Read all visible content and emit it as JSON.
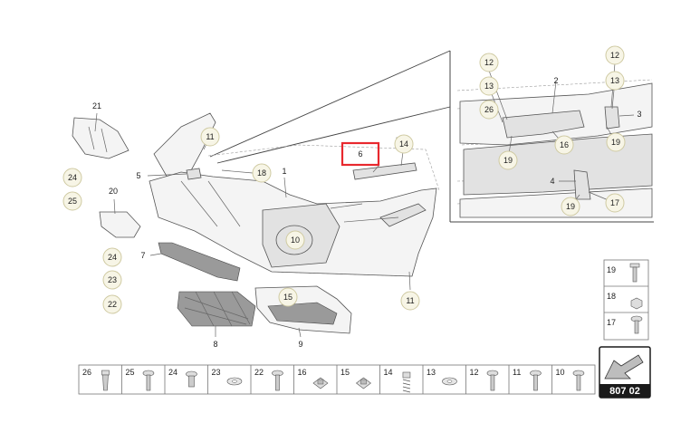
{
  "callouts": [
    {
      "id": "c21",
      "label": "21"
    },
    {
      "id": "c11a",
      "label": "11"
    },
    {
      "id": "c5",
      "label": "5"
    },
    {
      "id": "c18",
      "label": "18"
    },
    {
      "id": "c1",
      "label": "1"
    },
    {
      "id": "c6",
      "label": "6",
      "highlighted": true
    },
    {
      "id": "c14",
      "label": "14"
    },
    {
      "id": "c24a",
      "label": "24"
    },
    {
      "id": "c25",
      "label": "25"
    },
    {
      "id": "c20",
      "label": "20"
    },
    {
      "id": "c7",
      "label": "7"
    },
    {
      "id": "c24b",
      "label": "24"
    },
    {
      "id": "c23",
      "label": "23"
    },
    {
      "id": "c22",
      "label": "22"
    },
    {
      "id": "c10",
      "label": "10"
    },
    {
      "id": "c15",
      "label": "15"
    },
    {
      "id": "c11b",
      "label": "11"
    },
    {
      "id": "c8",
      "label": "8"
    },
    {
      "id": "c9",
      "label": "9"
    },
    {
      "id": "c12a",
      "label": "12"
    },
    {
      "id": "c13a",
      "label": "13"
    },
    {
      "id": "c2",
      "label": "2"
    },
    {
      "id": "c12b",
      "label": "12"
    },
    {
      "id": "c13b",
      "label": "13"
    },
    {
      "id": "c26",
      "label": "26"
    },
    {
      "id": "c3",
      "label": "3"
    },
    {
      "id": "c16",
      "label": "16"
    },
    {
      "id": "c19a",
      "label": "19"
    },
    {
      "id": "c19b",
      "label": "19"
    },
    {
      "id": "c4",
      "label": "4"
    },
    {
      "id": "c19c",
      "label": "19"
    },
    {
      "id": "c17",
      "label": "17"
    }
  ],
  "fastener_legend": [
    "26",
    "25",
    "24",
    "23",
    "22",
    "16",
    "15",
    "14",
    "13",
    "12",
    "11",
    "10"
  ],
  "side_legend": [
    "19",
    "18",
    "17"
  ],
  "page_ref": "807 02",
  "colors": {
    "highlight": "#e8282e",
    "callout_fill": "#f7f5e6",
    "ref_box": "#1a1a1a"
  }
}
